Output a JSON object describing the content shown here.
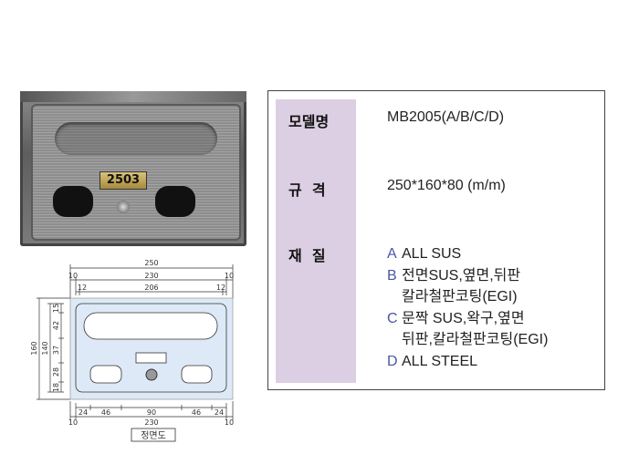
{
  "photo": {
    "plate_number": "2503"
  },
  "drawing": {
    "title": "정면도",
    "top_dims": {
      "overall": "250",
      "left_margin": "10",
      "inner": "230",
      "right_margin": "10",
      "left_inset": "12",
      "slot": "206",
      "right_inset": "12"
    },
    "left_dims": {
      "overall": "160",
      "inner": "140",
      "segments": [
        "15",
        "42",
        "37",
        "28",
        "18"
      ]
    },
    "bottom_dims": {
      "segments": [
        "24",
        "46",
        "90",
        "46",
        "24"
      ],
      "left_margin": "10",
      "inner": "230",
      "right_margin": "10"
    }
  },
  "spec": {
    "model_label": "모델명",
    "model_value": "MB2005(A/B/C/D)",
    "size_label": "규  격",
    "size_value": "250*160*80 (m/m)",
    "material_label": "재  질",
    "materials": [
      {
        "key": "A",
        "line1": "ALL SUS",
        "line2": ""
      },
      {
        "key": "B",
        "line1": "전면SUS,옆면,뒤판",
        "line2": "칼라철판코팅(EGI)"
      },
      {
        "key": "C",
        "line1": "문짝 SUS,왁구,옆면",
        "line2": "뒤판,칼라철판코팅(EGI)"
      },
      {
        "key": "D",
        "line1": "ALL STEEL",
        "line2": ""
      }
    ]
  }
}
